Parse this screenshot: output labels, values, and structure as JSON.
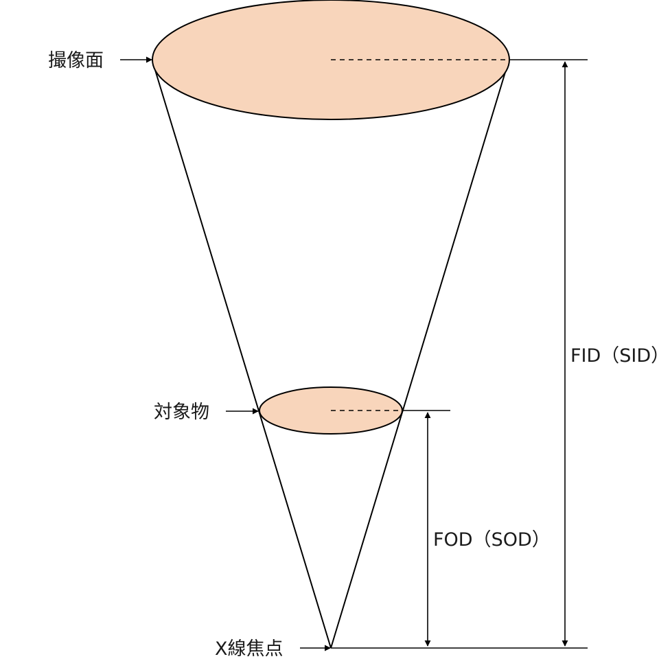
{
  "labels": {
    "imaging_plane": "撮像面",
    "object": "対象物",
    "focal_spot": "X線焦点",
    "fid": "FID（SID）",
    "fod": "FOD（SOD）"
  },
  "colors": {
    "plane_fill": "#f8d5bb",
    "stroke": "#000000",
    "background": "#ffffff"
  }
}
